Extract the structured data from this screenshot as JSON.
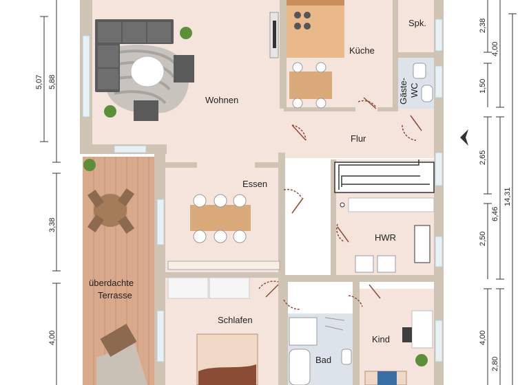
{
  "rooms": {
    "wohnen": "Wohnen",
    "kueche": "Küche",
    "spk": "Spk.",
    "gaeste_wc_line1": "Gäste-",
    "gaeste_wc_line2": "WC",
    "flur": "Flur",
    "essen": "Essen",
    "hwr": "HWR",
    "terrasse_line1": "überdachte",
    "terrasse_line2": "Terrasse",
    "schlafen": "Schlafen",
    "bad": "Bad",
    "kind": "Kind"
  },
  "dimensions_left": {
    "d507": "5,07",
    "d588": "5,88",
    "d338": "3,38",
    "d400": "4,00"
  },
  "dimensions_right": {
    "d238": "2,38",
    "d400a": "4,00",
    "d150": "1,50",
    "d265": "2,65",
    "d646": "6,46",
    "d1431": "14,31",
    "d250": "2,50",
    "d400b": "4,00",
    "d280": "2,80"
  },
  "colors": {
    "wall": "#cfc3b3",
    "floor": "#f4e4dc",
    "terrace": "#d9a98c",
    "tile": "#dde3ea",
    "kitchen_counter": "#e9b98a",
    "table": "#d9a97a"
  },
  "icons": {
    "arrow": "north-arrow-icon"
  }
}
